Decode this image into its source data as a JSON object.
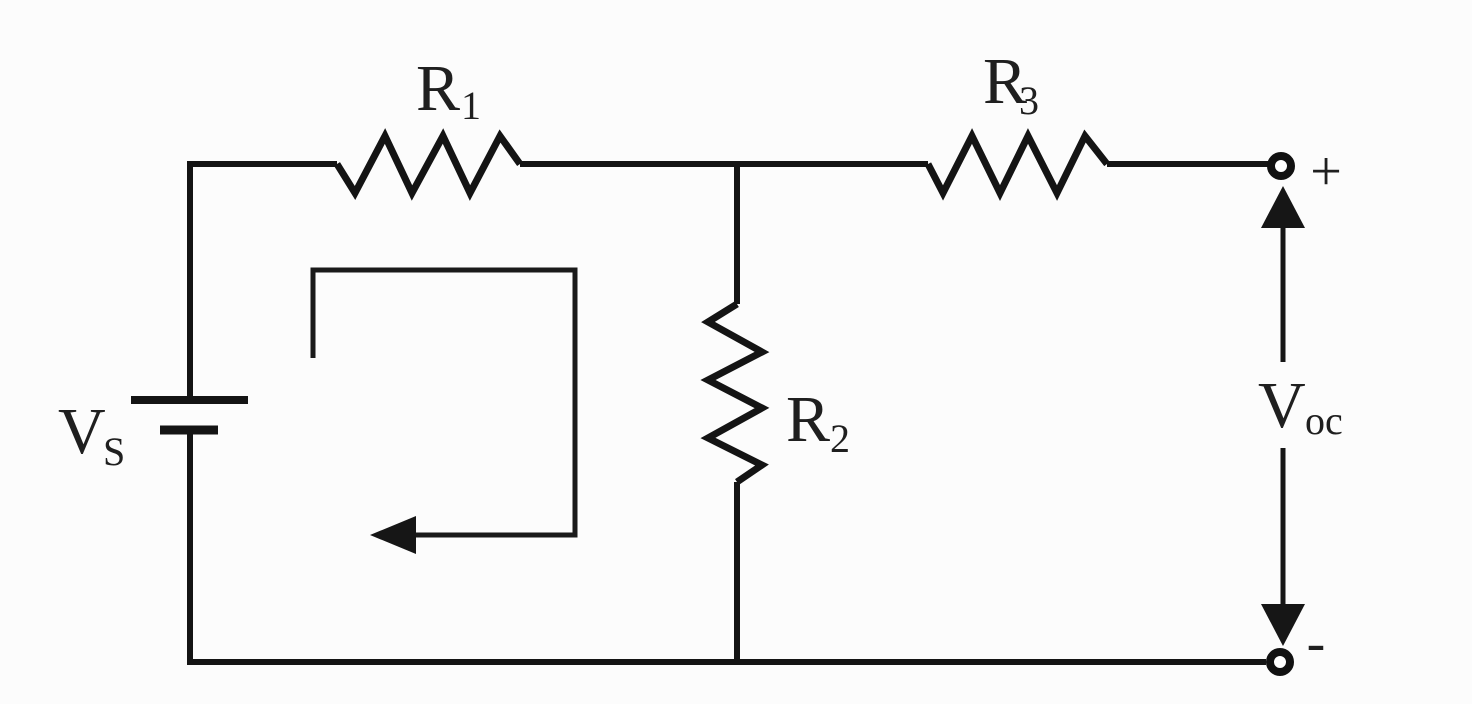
{
  "figure": {
    "type": "circuit-diagram",
    "description": "DC circuit: voltage source VS in series with R1, shunt resistor R2, series R3 to open-circuit output terminals with voltage Voc; clockwise mesh-current loop arrow drawn in the left mesh",
    "colors": {
      "line": "#141414",
      "background": "#fcfcfc",
      "plus_sign": "#7a7a7a",
      "minus_sign": "#2e2e2e"
    }
  },
  "labels": {
    "source": {
      "base": "V",
      "sub": "S"
    },
    "r1": {
      "base": "R",
      "sub": "1"
    },
    "r2": {
      "base": "R",
      "sub": "2"
    },
    "r3": {
      "base": "R",
      "sub": "3"
    },
    "output": {
      "base": "V",
      "sub": "oc"
    },
    "positive_terminal": "+",
    "negative_terminal": "-"
  }
}
